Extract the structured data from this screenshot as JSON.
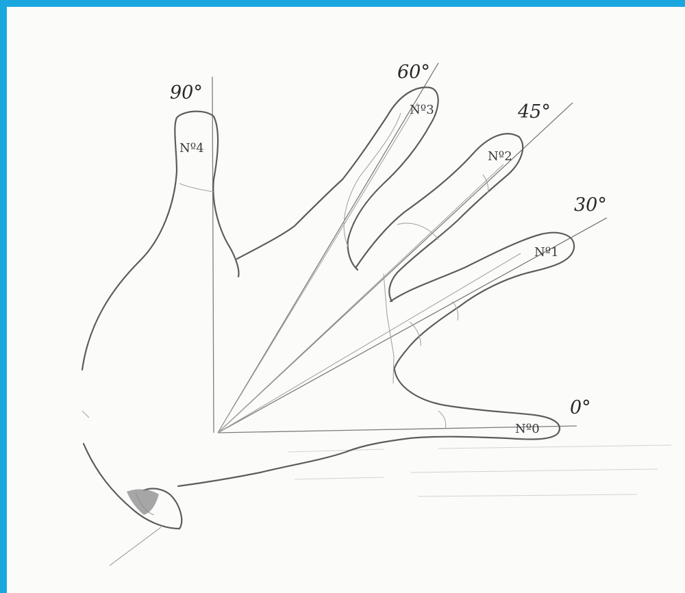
{
  "diagram": {
    "angles": {
      "a90": "90°",
      "a60": "60°",
      "a45": "45°",
      "a30": "30°",
      "a0": "0°"
    },
    "fingers": {
      "f4": "Nº4",
      "f3": "Nº3",
      "f2": "Nº2",
      "f1": "Nº1",
      "f0": "Nº0"
    },
    "colors": {
      "frame": "#1aa7e0",
      "paper": "#fbfbfa",
      "pencil": "#5c5c5c"
    }
  }
}
